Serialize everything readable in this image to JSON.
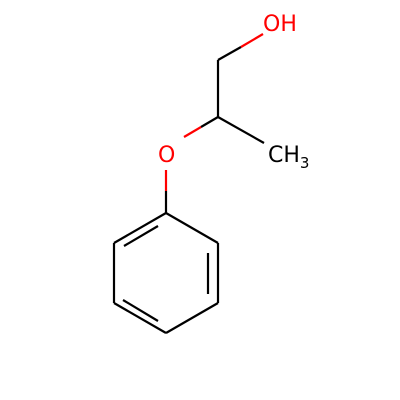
{
  "structure": {
    "labels": {
      "hydroxyl": "OH",
      "ether_oxygen": "O",
      "methyl_main": "CH",
      "methyl_subscript": "3"
    },
    "colors": {
      "bond": "#000000",
      "oxygen": "#ff0000",
      "carbon_label": "#000000",
      "background": "#ffffff"
    }
  }
}
